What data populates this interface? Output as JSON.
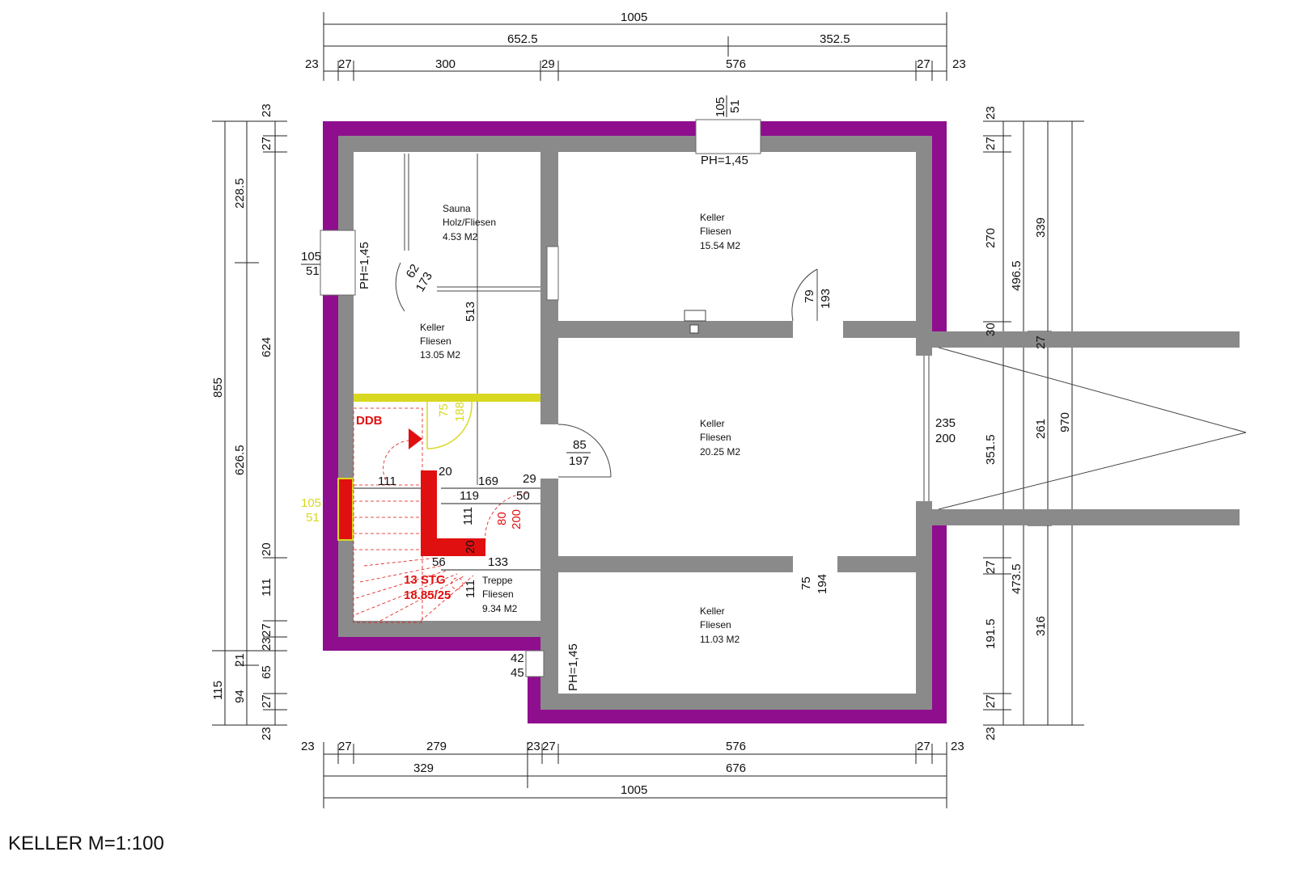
{
  "title": "KELLER M=1:100",
  "colors": {
    "outer_wall": "#8e0e8e",
    "inner_wall": "#8a8a8a",
    "stair": "#e01010",
    "barrier": "#d8d820"
  },
  "rooms": [
    {
      "name": "Sauna",
      "floor": "Holz/Fliesen",
      "area": "4.53 M2"
    },
    {
      "name": "Keller",
      "floor": "Fliesen",
      "area": "15.54 M2"
    },
    {
      "name": "Keller",
      "floor": "Fliesen",
      "area": "13.05 M2"
    },
    {
      "name": "Keller",
      "floor": "Fliesen",
      "area": "20.25 M2"
    },
    {
      "name": "Treppe",
      "floor": "Fliesen",
      "area": "9.34 M2"
    },
    {
      "name": "Keller",
      "floor": "Fliesen",
      "area": "11.03 M2"
    }
  ],
  "ph_labels": [
    "PH=1,45",
    "PH=1,45",
    "PH=1,45"
  ],
  "stair": {
    "ddb": "DDB",
    "steps": "13 STG",
    "ratio": "18.85/25"
  },
  "openings": {
    "top_window": [
      "105",
      "51"
    ],
    "left_window": [
      "105",
      "51"
    ],
    "left_window_yellow": [
      "105",
      "51"
    ],
    "bottom_window": [
      "42",
      "45"
    ],
    "door_stair": [
      "85",
      "197"
    ],
    "door_keller_top": [
      "79",
      "193"
    ],
    "door_keller_bottom": [
      "75",
      "194"
    ],
    "door_right": [
      "235",
      "200"
    ],
    "door_yellow": [
      "75",
      "188"
    ],
    "door_red": [
      "80",
      "200"
    ],
    "door_sauna": [
      "62",
      "173"
    ]
  },
  "dims_top": {
    "row1": "1005",
    "row2": [
      "652.5",
      "352.5"
    ],
    "row3": [
      "23",
      "27",
      "300",
      "29",
      "576",
      "27",
      "23"
    ]
  },
  "dims_bottom": {
    "row1": [
      "23",
      "27",
      "279",
      "23",
      "27",
      "576",
      "27",
      "23"
    ],
    "row2": [
      "329",
      "676"
    ],
    "row3": "1005"
  },
  "dims_left": {
    "outer": "855",
    "mid": [
      "228.5",
      "626.5"
    ],
    "inner": [
      "23",
      "27",
      "624",
      "20",
      "111",
      "23",
      "27"
    ],
    "lower": [
      "115",
      "94",
      "21",
      "65",
      "27",
      "23"
    ]
  },
  "dims_right": {
    "outer": "970",
    "mid": [
      "339",
      "261",
      "316"
    ],
    "inner": [
      "496.5",
      "351.5",
      "473.5"
    ],
    "near": [
      "23",
      "27",
      "270",
      "30",
      "27",
      "27",
      "191.5",
      "27",
      "23"
    ]
  },
  "interior_dims": [
    "513",
    "111",
    "20",
    "169",
    "29",
    "119",
    "50",
    "111",
    "20",
    "56",
    "133",
    "111"
  ]
}
